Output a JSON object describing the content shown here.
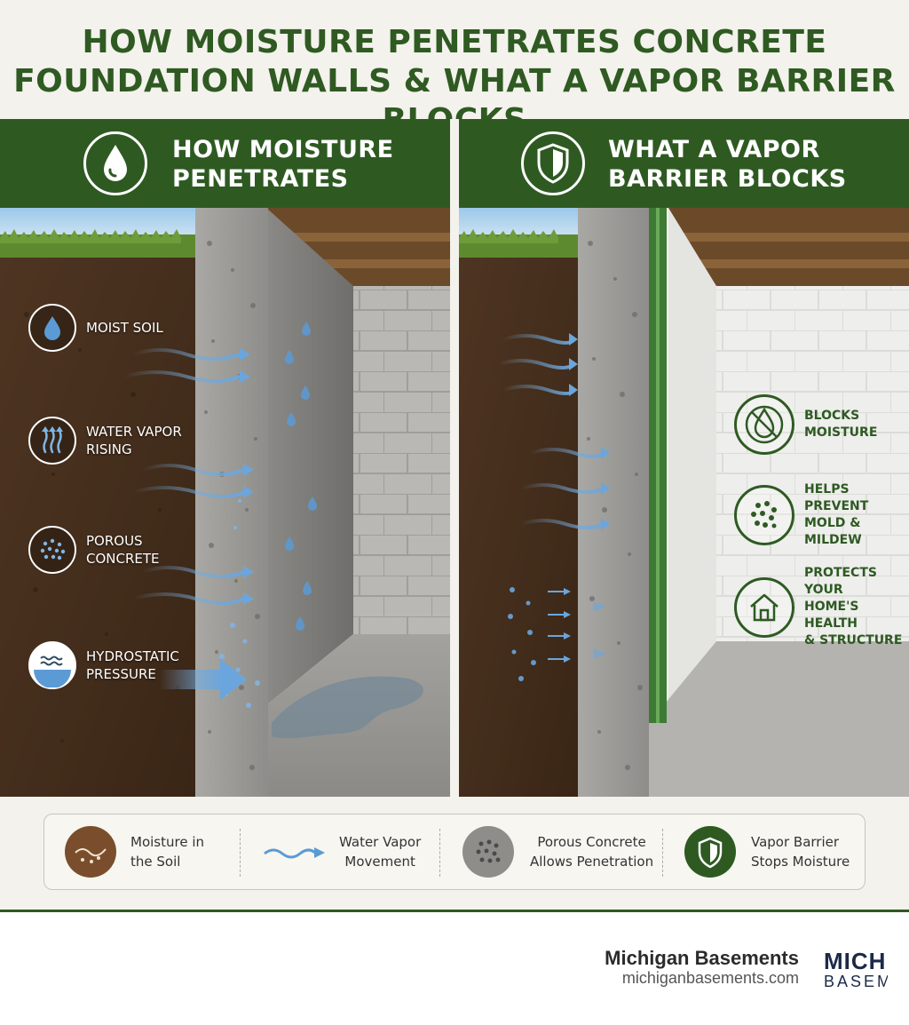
{
  "title": {
    "line1": "HOW MOISTURE PENETRATES CONCRETE",
    "line2": "FOUNDATION WALLS & WHAT A VAPOR BARRIER BLOCKS"
  },
  "left_panel": {
    "heading_line1": "HOW MOISTURE",
    "heading_line2": "PENETRATES",
    "heading_icon": "water-drop-icon",
    "callouts": [
      {
        "line1": "MOIST SOIL",
        "line2": "",
        "icon": "water-drop-icon"
      },
      {
        "line1": "WATER VAPOR",
        "line2": "RISING",
        "icon": "rising-vapor-arrows-icon"
      },
      {
        "line1": "POROUS",
        "line2": "CONCRETE",
        "icon": "porous-dots-icon"
      },
      {
        "line1": "HYDROSTATIC",
        "line2": "PRESSURE",
        "icon": "water-waves-icon"
      }
    ]
  },
  "right_panel": {
    "heading_line1": "WHAT A VAPOR",
    "heading_line2": "BARRIER BLOCKS",
    "heading_icon": "shield-icon",
    "benefits": [
      {
        "line1": "BLOCKS",
        "line2": "MOISTURE",
        "line3": "",
        "icon": "no-water-icon"
      },
      {
        "line1": "HELPS PREVENT",
        "line2": "MOLD & MILDEW",
        "line3": "",
        "icon": "mold-spores-icon"
      },
      {
        "line1": "PROTECTS YOUR",
        "line2": "HOME'S HEALTH",
        "line3": "& STRUCTURE",
        "icon": "house-icon"
      }
    ]
  },
  "legend": [
    {
      "line1": "Moisture in",
      "line2": "the Soil",
      "icon": "soil-icon"
    },
    {
      "line1": "Water Vapor",
      "line2": "Movement",
      "icon": "wavy-arrow-icon"
    },
    {
      "line1": "Porous Concrete",
      "line2": "Allows Penetration",
      "icon": "porous-concrete-icon"
    },
    {
      "line1": "Vapor Barrier",
      "line2": "Stops Moisture",
      "icon": "shield-icon"
    }
  ],
  "footer": {
    "brand_name": "Michigan Basements",
    "brand_url": "michiganbasements.com",
    "logo_line1": "MICHIGAN",
    "logo_line2": "BASEMENTS"
  },
  "colors": {
    "brand_green": "#2e5a22",
    "soil": "#4a3220",
    "water_blue": "#5b9bd5",
    "concrete": "#9a9a98"
  }
}
